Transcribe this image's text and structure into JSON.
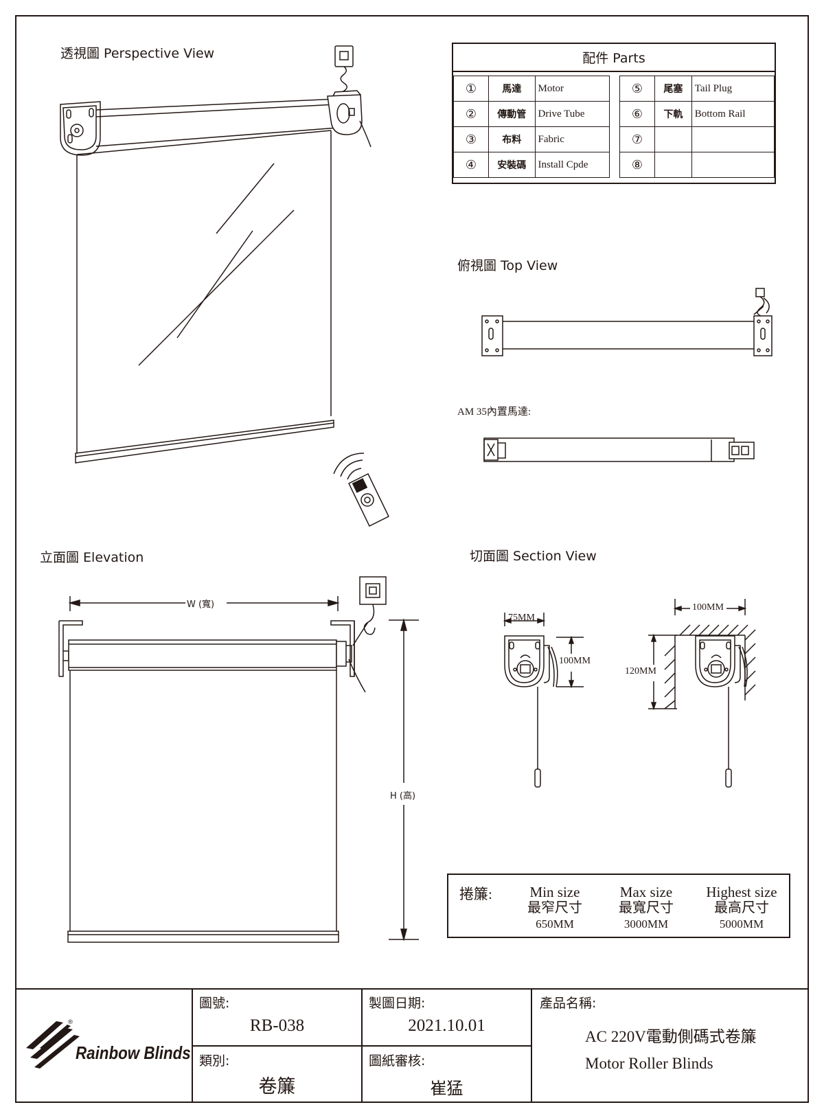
{
  "views": {
    "perspective": "透視圖 Perspective View",
    "top": "俯視圖 Top View",
    "elevation": "立面圖 Elevation",
    "section": "切面圖 Section View"
  },
  "parts": {
    "title": "配件 Parts",
    "left": [
      {
        "num": "①",
        "zh": "馬達",
        "en": "Motor"
      },
      {
        "num": "②",
        "zh": "傳動管",
        "en": "Drive Tube"
      },
      {
        "num": "③",
        "zh": "布料",
        "en": "Fabric"
      },
      {
        "num": "④",
        "zh": "安裝碼",
        "en": "Install Cpde"
      }
    ],
    "right": [
      {
        "num": "⑤",
        "zh": "尾塞",
        "en": "Tail Plug"
      },
      {
        "num": "⑥",
        "zh": "下軌",
        "en": "Bottom Rail"
      },
      {
        "num": "⑦",
        "zh": "",
        "en": ""
      },
      {
        "num": "⑧",
        "zh": "",
        "en": ""
      }
    ]
  },
  "motor_label": "AM 35內置馬達:",
  "dims": {
    "width": "W (寬)",
    "height": "H (高)",
    "d75": "75MM",
    "d100a": "100MM",
    "d100b": "100MM",
    "d120": "120MM"
  },
  "spec": {
    "label": "捲簾:",
    "items": [
      {
        "en": "Min size",
        "zh": "最窄尺寸",
        "value": "650MM"
      },
      {
        "en": "Max size",
        "zh": "最寬尺寸",
        "value": "3000MM"
      },
      {
        "en": "Highest size",
        "zh": "最高尺寸",
        "value": "5000MM"
      }
    ]
  },
  "title_block": {
    "brand": "Rainbow Blinds",
    "registered": "®",
    "drawing_no_label": "圖號:",
    "drawing_no": "RB-038",
    "category_label": "類別:",
    "category": "卷簾",
    "date_label": "製圖日期:",
    "date": "2021.10.01",
    "review_label": "圖紙審核:",
    "reviewer": "崔猛",
    "product_label": "產品名稱:",
    "product_zh": "AC 220V電動側碼式卷簾",
    "product_en": "Motor Roller Blinds"
  },
  "colors": {
    "line": "#231815",
    "background": "#ffffff"
  }
}
